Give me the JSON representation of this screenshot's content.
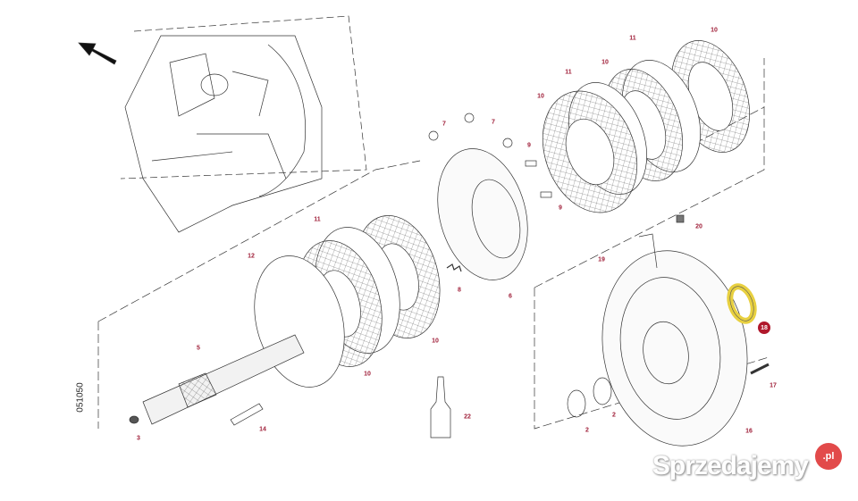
{
  "drawing_number": "051050",
  "callouts": {
    "c11a": "11",
    "c10a": "10",
    "c11b": "11",
    "c10b": "10",
    "c10c": "10",
    "c7a": "7",
    "c7b": "7",
    "c9a": "9",
    "c9b": "9",
    "c20": "20",
    "c11c": "11",
    "c12": "12",
    "c8": "8",
    "c6": "6",
    "c19": "19",
    "c18": "18",
    "c5": "5",
    "c10d": "10",
    "c10e": "10",
    "c17": "17",
    "c3": "3",
    "c14": "14",
    "c22": "22",
    "c2a": "2",
    "c2b": "2",
    "c16": "16"
  },
  "highlight_part": "18",
  "highlight_color": "#e8d040",
  "watermark": {
    "brand": "Sprzedajemy",
    "suffix": ".pl"
  }
}
